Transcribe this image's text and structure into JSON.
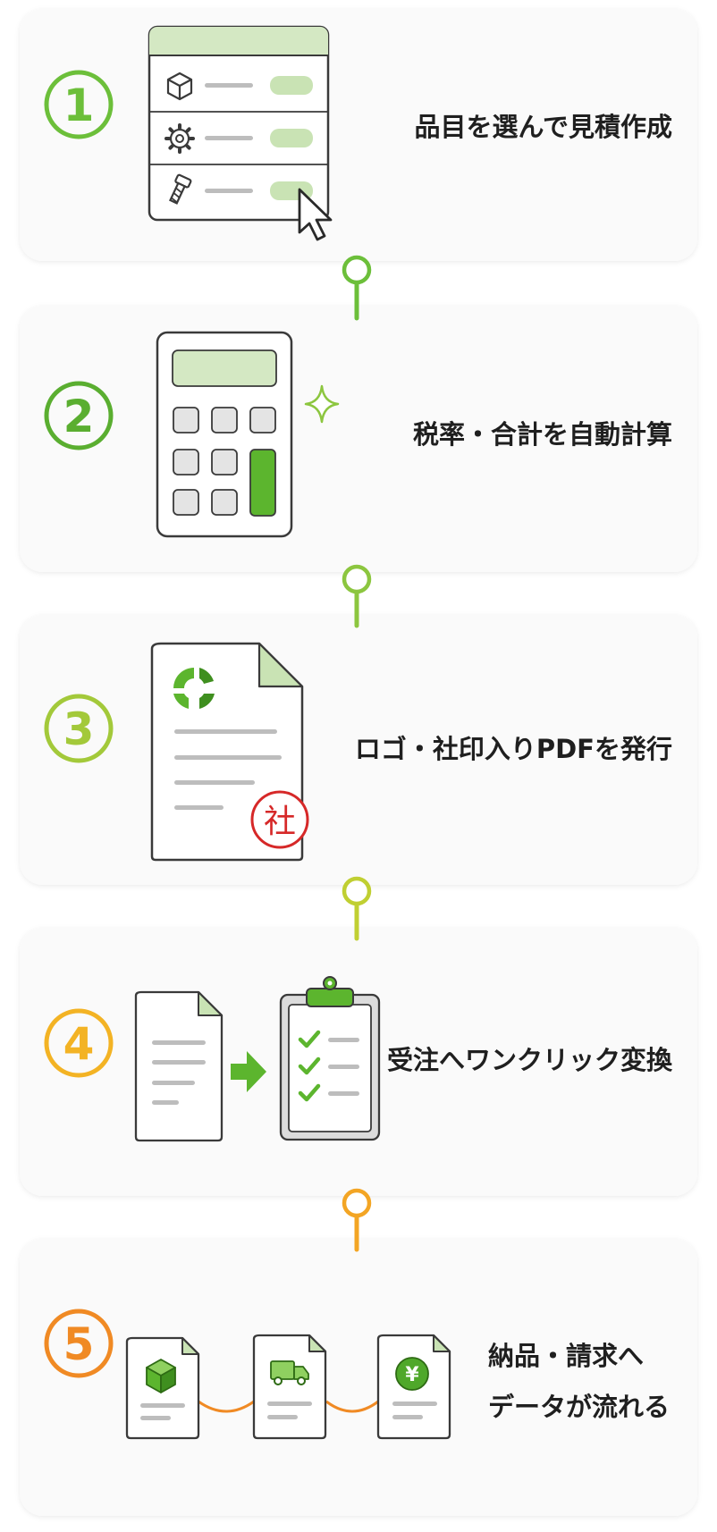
{
  "colors": {
    "green_dark": "#5cb52e",
    "green_light": "#d4e8c3",
    "green_mid": "#8cc63f",
    "yellow_green": "#a3c93a",
    "amber": "#f3b324",
    "orange": "#f08a24",
    "stamp_red": "#d62828",
    "card_bg": "#fafafa",
    "gray_line": "#bdbdbd"
  },
  "steps": [
    {
      "number": "1",
      "label": "品目を選んで見積作成",
      "color": "#6cbf3a",
      "icons": [
        "box-icon",
        "gear-icon",
        "screw-icon",
        "cursor-icon"
      ]
    },
    {
      "number": "2",
      "label": "税率・合計を自動計算",
      "color": "#5aae30",
      "icons": [
        "calculator-icon",
        "sparkle-icon"
      ]
    },
    {
      "number": "3",
      "label": "ロゴ・社印入りPDFを発行",
      "color": "#a3c93a",
      "stamp_text": "社",
      "icons": [
        "document-icon",
        "logo-icon",
        "stamp-icon"
      ]
    },
    {
      "number": "4",
      "label": "受注へワンクリック変換",
      "color": "#f3b324",
      "icons": [
        "document-icon",
        "arrow-right-icon",
        "clipboard-icon",
        "checkmark-icon"
      ]
    },
    {
      "number": "5",
      "label_lines": [
        "納品・請求へ",
        "データが流れる"
      ],
      "color": "#f08a24",
      "yen_symbol": "¥",
      "icons": [
        "box-document-icon",
        "truck-document-icon",
        "yen-document-icon"
      ]
    }
  ]
}
